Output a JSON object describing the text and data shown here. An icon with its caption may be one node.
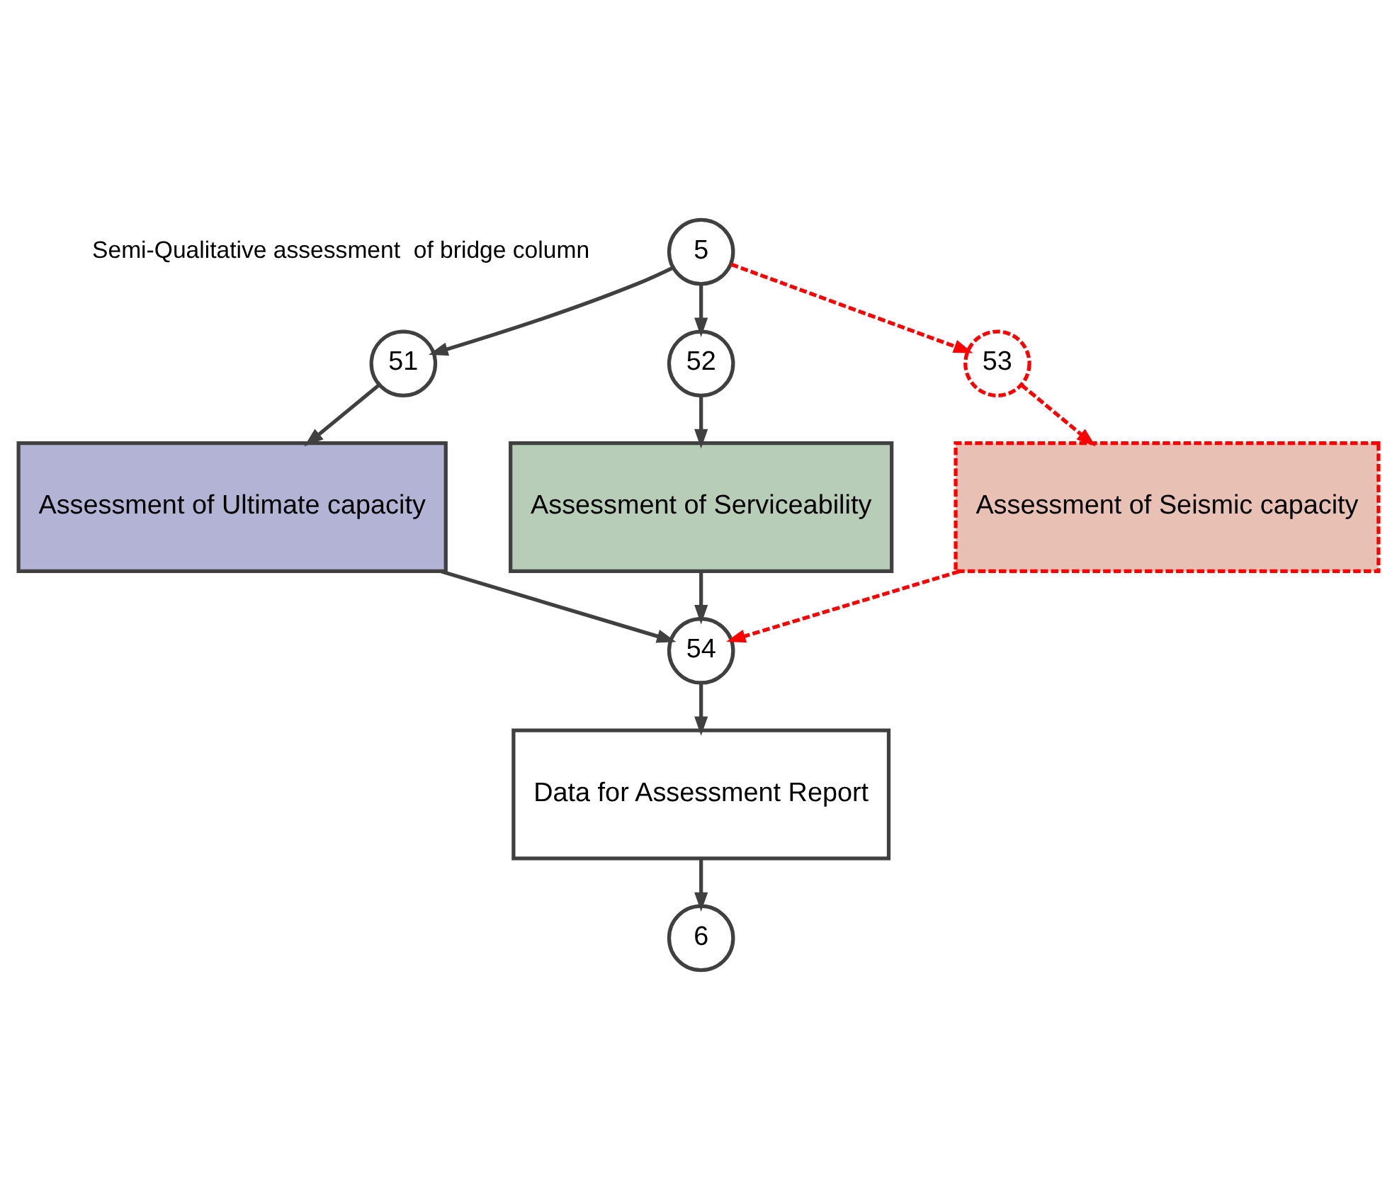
{
  "diagram": {
    "nodes": [
      {
        "text": [
          "5"
        ]
      },
      {
        "text": [
          "51"
        ]
      },
      {
        "text": [
          "52"
        ]
      },
      {
        "text": [
          "53"
        ]
      },
      {
        "text": [
          "Assessment of Ultimate capacity"
        ]
      },
      {
        "text": [
          "Assessment of Serviceability"
        ]
      },
      {
        "text": [
          "Assessment of Seismic capacity"
        ]
      },
      {
        "text": [
          "54"
        ]
      },
      {
        "text": [
          "Data for Assessment Report"
        ]
      },
      {
        "text": [
          "6"
        ]
      }
    ],
    "edges": [
      {
        "from": 0,
        "to": 1,
        "arrow": "to"
      },
      {
        "from": 0,
        "to": 2,
        "arrow": "to"
      },
      {
        "from": 0,
        "to": 3,
        "arrow": "to",
        "style": "dashed",
        "color": "#ff0000"
      },
      {
        "from": 1,
        "to": 4,
        "arrow": "to"
      },
      {
        "from": 2,
        "to": 5,
        "arrow": "to"
      },
      {
        "from": 3,
        "to": 6,
        "arrow": "to",
        "style": "dashed",
        "color": "#ff0000"
      },
      {
        "from": 4,
        "to": 7,
        "arrow": "to"
      },
      {
        "from": 5,
        "to": 7,
        "arrow": "to"
      },
      {
        "from": 6,
        "to": 7,
        "arrow": "to",
        "style": "dashed",
        "color": "#ff0000"
      },
      {
        "from": 7,
        "to": 8,
        "arrow": "to"
      },
      {
        "from": 8,
        "to": 9,
        "arrow": "to"
      }
    ],
    "labels": [
      "Semi-Qualitative assessment  of bridge column"
    ]
  }
}
